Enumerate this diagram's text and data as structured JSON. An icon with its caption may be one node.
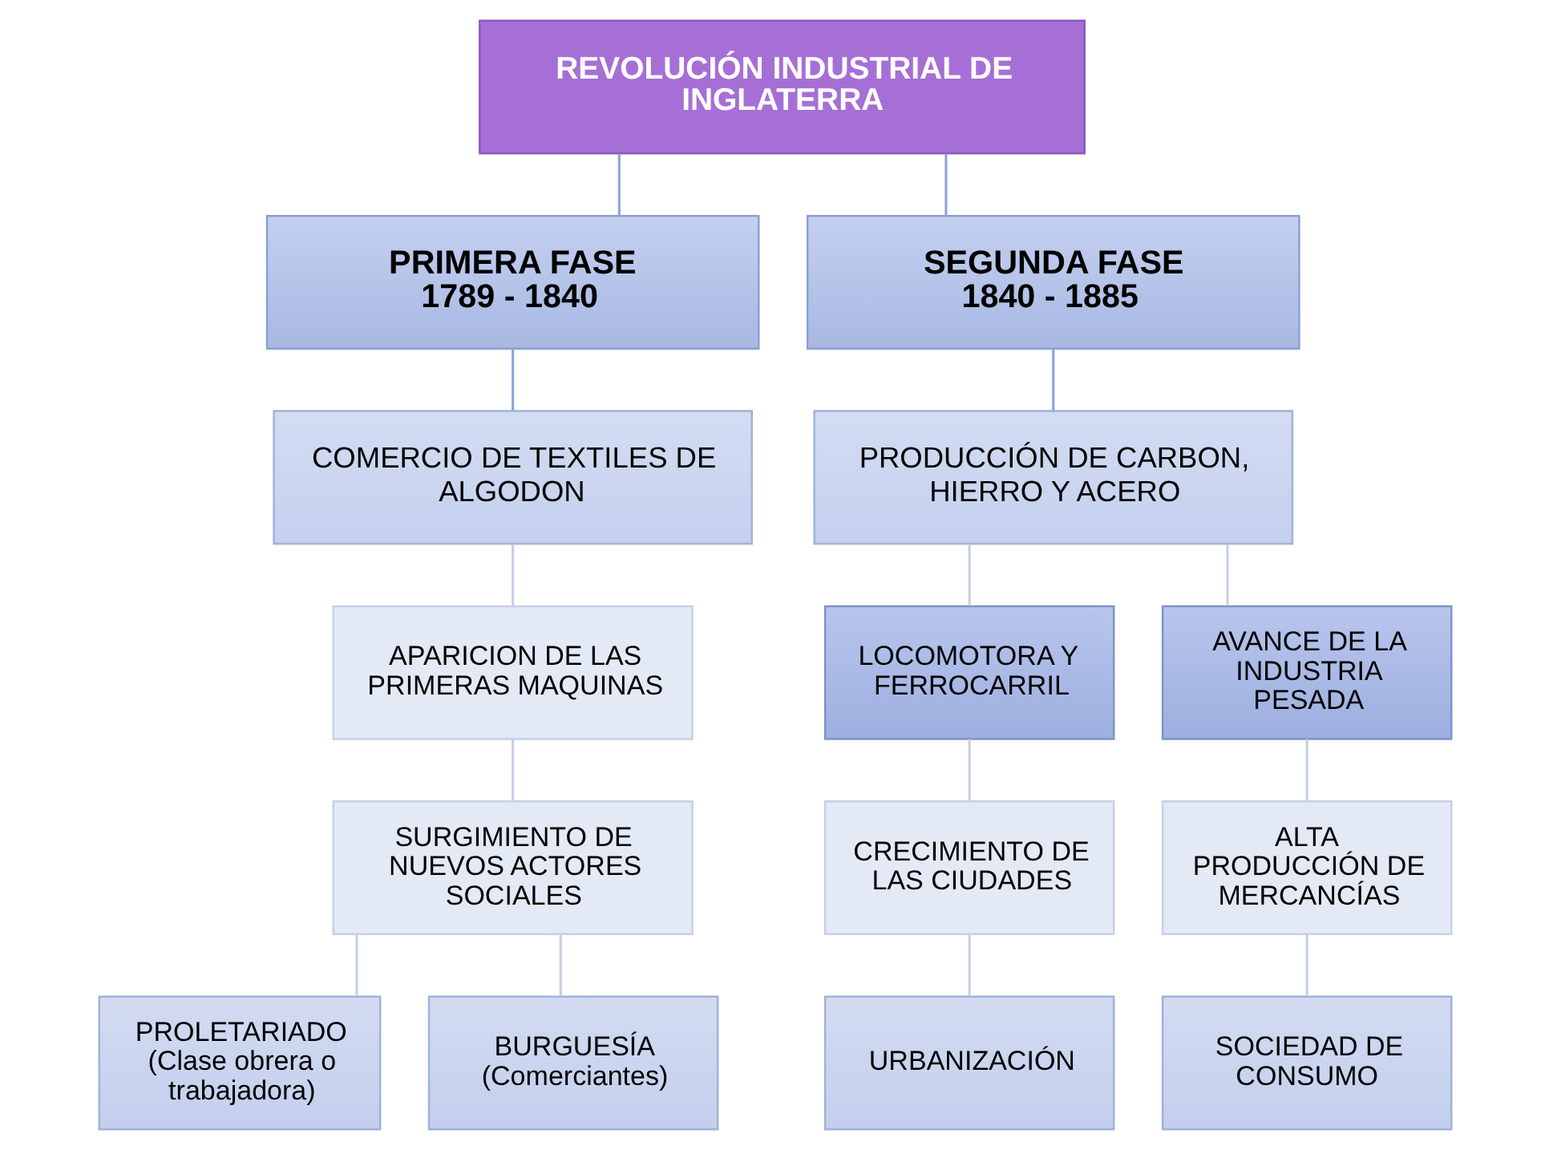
{
  "diagram": {
    "nodes": [
      {
        "text": [
          "REVOLUCIÓN INDUSTRIAL DE INGLATERRA"
        ]
      },
      {
        "text": [
          "PRIMERA FASE",
          "1789 - 1840"
        ]
      },
      {
        "text": [
          "SEGUNDA FASE",
          "1840 - 1885"
        ]
      },
      {
        "text": [
          "COMERCIO DE TEXTILES DE ALGODON"
        ]
      },
      {
        "text": [
          "PRODUCCIÓN DE CARBON, HIERRO Y ACERO"
        ]
      },
      {
        "text": [
          "APARICION DE LAS PRIMERAS MAQUINAS"
        ]
      },
      {
        "text": [
          "LOCOMOTORA Y FERROCARRIL"
        ]
      },
      {
        "text": [
          "AVANCE DE LA INDUSTRIA PESADA"
        ]
      },
      {
        "text": [
          "SURGIMIENTO DE NUEVOS ACTORES SOCIALES"
        ]
      },
      {
        "text": [
          "CRECIMIENTO DE LAS CIUDADES"
        ]
      },
      {
        "text": [
          "ALTA PRODUCCIÓN DE MERCANCÍAS"
        ]
      },
      {
        "text": [
          "PROLETARIADO (Clase obrera o trabajadora)"
        ]
      },
      {
        "text": [
          "BURGUESÍA (Comerciantes)"
        ]
      },
      {
        "text": [
          "URBANIZACIÓN"
        ]
      },
      {
        "text": [
          "SOCIEDAD DE CONSUMO"
        ]
      }
    ],
    "edges": [
      {
        "from": 0,
        "to": 1,
        "arrow": "none",
        "color": "#8ea3d8"
      },
      {
        "from": 0,
        "to": 2,
        "arrow": "none",
        "color": "#8ea3d8"
      },
      {
        "from": 1,
        "to": 3,
        "arrow": "none",
        "color": "#8ea3d8"
      },
      {
        "from": 2,
        "to": 4,
        "arrow": "none",
        "color": "#8ea3d8"
      },
      {
        "from": 3,
        "to": 5,
        "arrow": "none"
      },
      {
        "from": 4,
        "to": 6,
        "arrow": "none"
      },
      {
        "from": 4,
        "to": 7,
        "arrow": "none"
      },
      {
        "from": 5,
        "to": 8,
        "arrow": "none"
      },
      {
        "from": 8,
        "to": 11,
        "arrow": "none"
      },
      {
        "from": 8,
        "to": 12,
        "arrow": "none"
      },
      {
        "from": 6,
        "to": 9,
        "arrow": "none"
      },
      {
        "from": 9,
        "to": 13,
        "arrow": "none"
      },
      {
        "from": 7,
        "to": 10,
        "arrow": "none"
      },
      {
        "from": 10,
        "to": 14,
        "arrow": "none"
      }
    ]
  }
}
